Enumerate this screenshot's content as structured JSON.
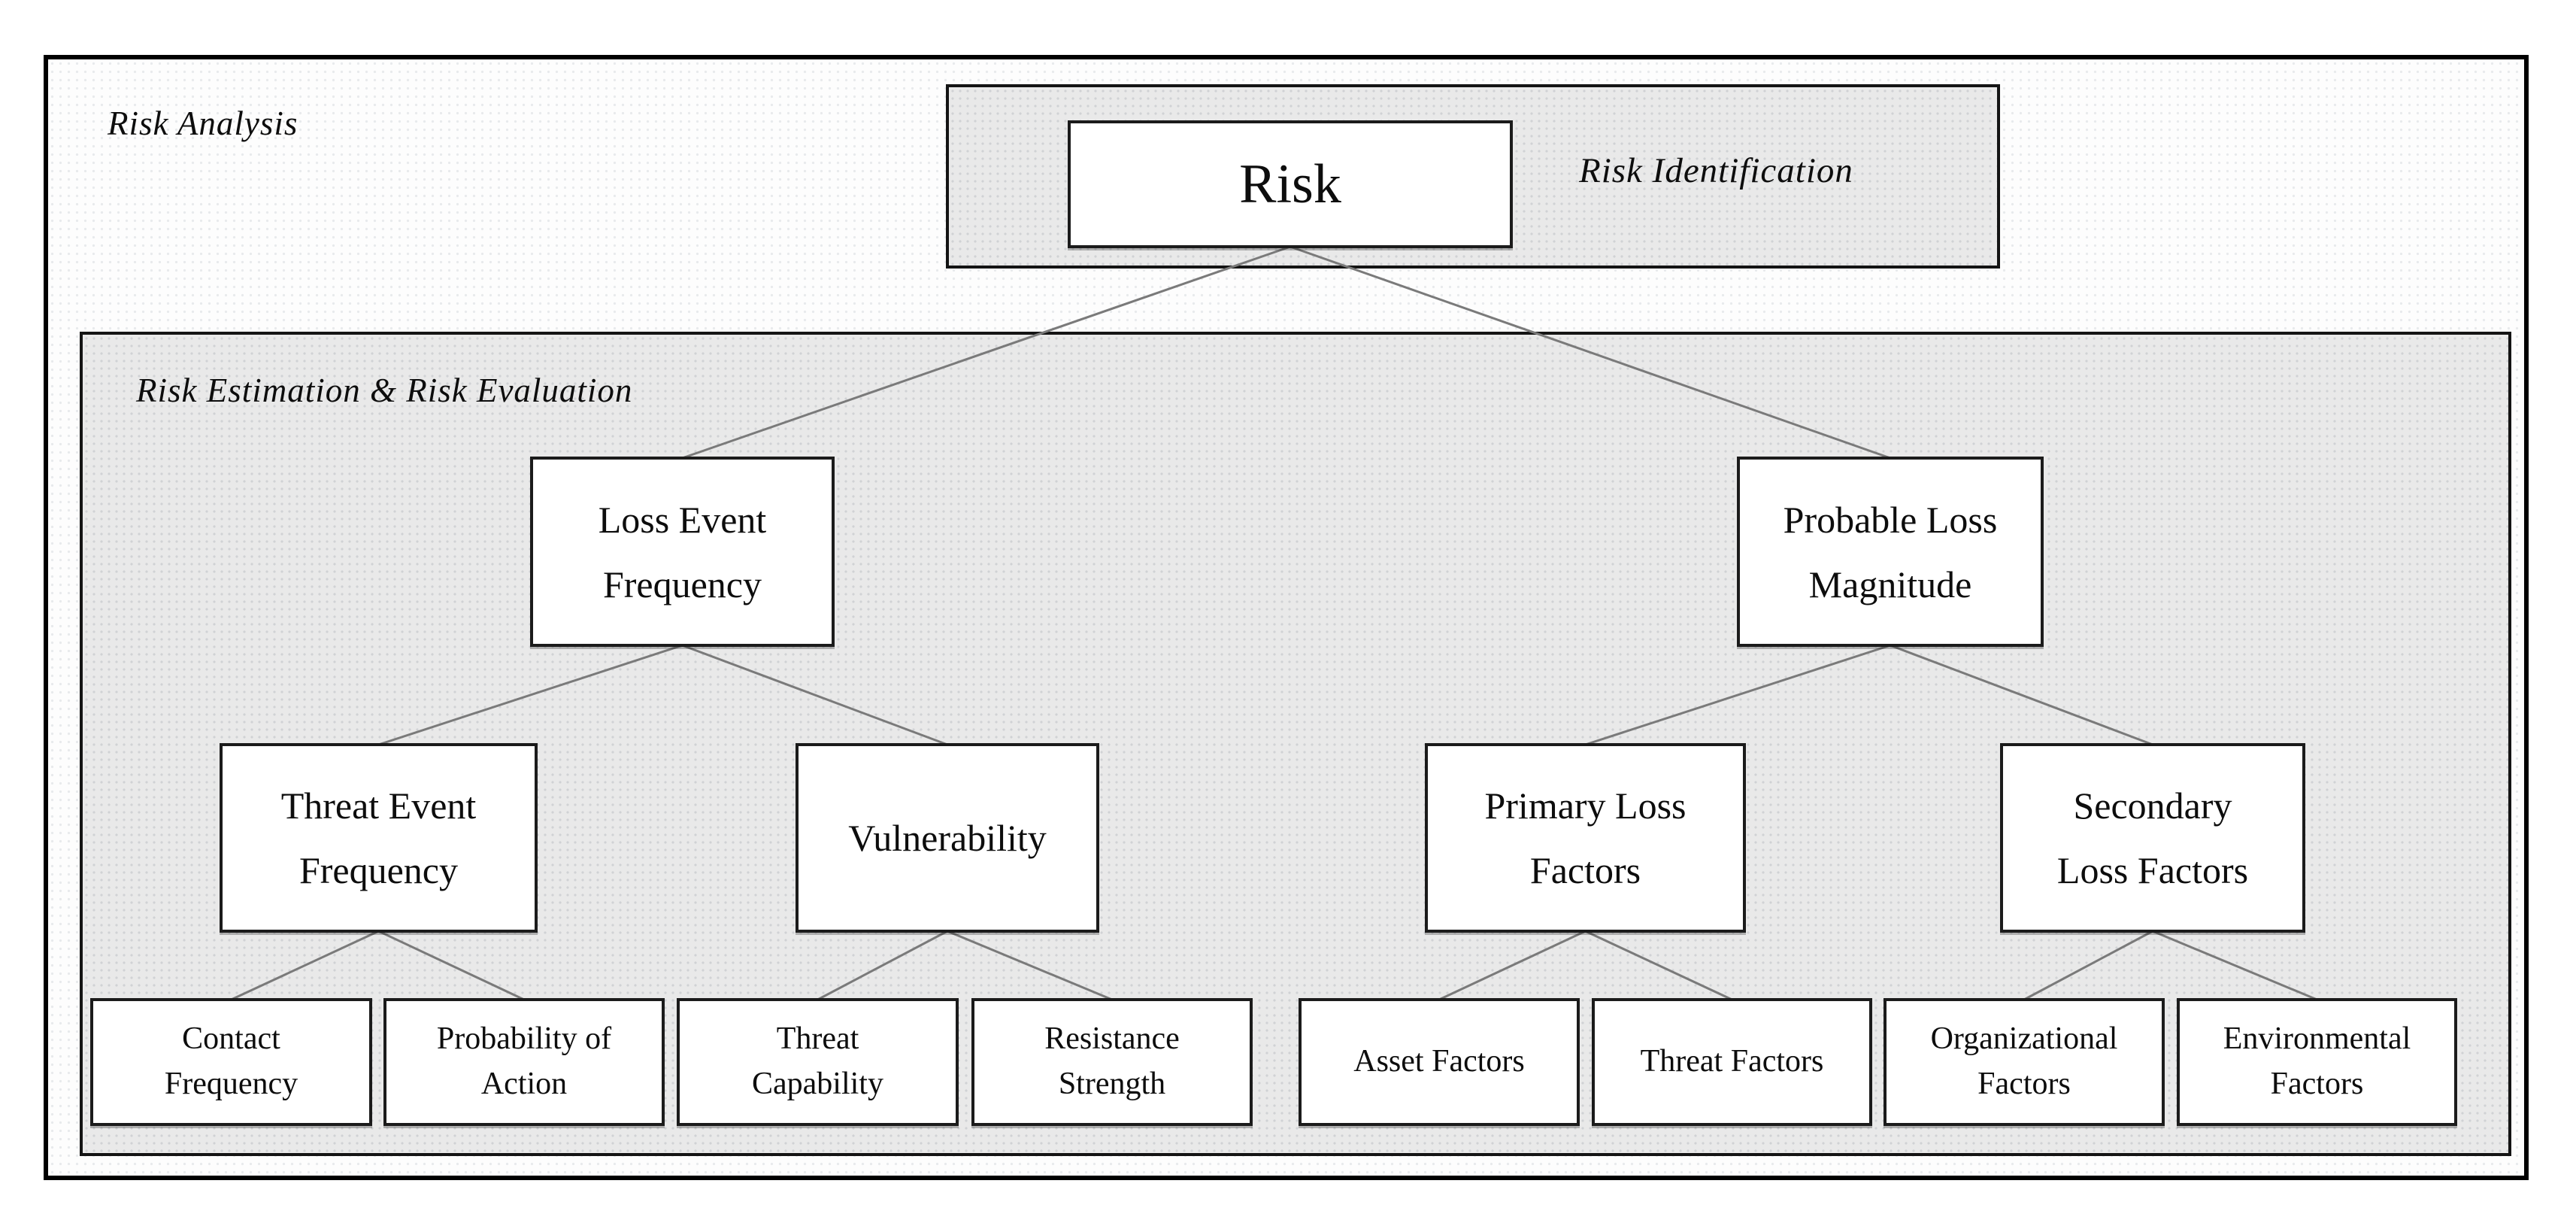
{
  "labels": {
    "risk_analysis": "Risk Analysis",
    "risk_identification": "Risk Identification",
    "risk_estimation_evaluation": "Risk Estimation & Risk Evaluation"
  },
  "nodes": {
    "risk": "Risk",
    "loss_event_frequency": "Loss Event\nFrequency",
    "probable_loss_magnitude": "Probable Loss\nMagnitude",
    "threat_event_frequency": "Threat Event\nFrequency",
    "vulnerability": "Vulnerability",
    "primary_loss_factors": "Primary Loss\nFactors",
    "secondary_loss_factors": "Secondary\nLoss Factors",
    "contact_frequency": "Contact\nFrequency",
    "probability_of_action": "Probability of\nAction",
    "threat_capability": "Threat\nCapability",
    "resistance_strength": "Resistance\nStrength",
    "asset_factors": "Asset Factors",
    "threat_factors": "Threat Factors",
    "organizational_factors": "Organizational\nFactors",
    "environmental_factors": "Environmental\nFactors"
  },
  "edges": [
    {
      "from": "risk",
      "to": "loss_event_frequency"
    },
    {
      "from": "risk",
      "to": "probable_loss_magnitude"
    },
    {
      "from": "loss_event_frequency",
      "to": "threat_event_frequency"
    },
    {
      "from": "loss_event_frequency",
      "to": "vulnerability"
    },
    {
      "from": "threat_event_frequency",
      "to": "contact_frequency"
    },
    {
      "from": "threat_event_frequency",
      "to": "probability_of_action"
    },
    {
      "from": "vulnerability",
      "to": "threat_capability"
    },
    {
      "from": "vulnerability",
      "to": "resistance_strength"
    },
    {
      "from": "probable_loss_magnitude",
      "to": "primary_loss_factors"
    },
    {
      "from": "probable_loss_magnitude",
      "to": "secondary_loss_factors"
    },
    {
      "from": "primary_loss_factors",
      "to": "asset_factors"
    },
    {
      "from": "primary_loss_factors",
      "to": "threat_factors"
    },
    {
      "from": "secondary_loss_factors",
      "to": "organizational_factors"
    },
    {
      "from": "secondary_loss_factors",
      "to": "environmental_factors"
    }
  ],
  "colors": {
    "background": "#ffffff",
    "region_fill": "#e9e9e9",
    "node_fill": "#ffffff",
    "node_border": "#1b1b1b",
    "frame_border": "#000000",
    "connector": "#7a7a7a",
    "text": "#0d0d0d"
  }
}
